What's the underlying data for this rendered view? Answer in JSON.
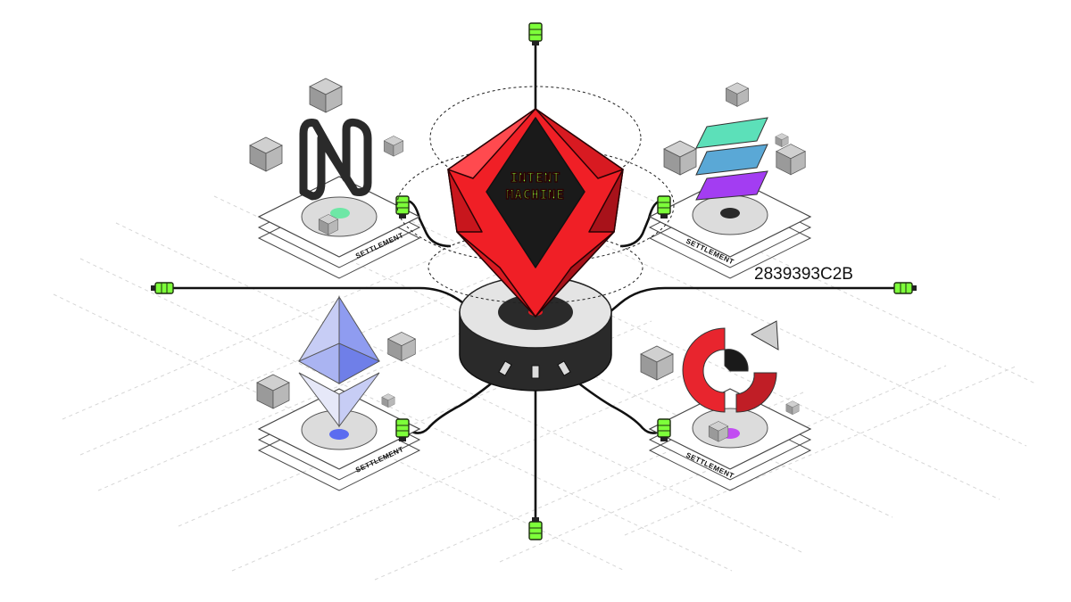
{
  "core": {
    "line1": "INTENT",
    "line2": "MACHINE"
  },
  "code_label": "2839393C2B",
  "platforms": [
    {
      "id": "near",
      "settlement_label": "SETTLEMENT",
      "logo": "near-logo"
    },
    {
      "id": "solana",
      "settlement_label": "SETTLEMENT",
      "logo": "solana-logo"
    },
    {
      "id": "ethereum",
      "settlement_label": "SETTLEMENT",
      "logo": "ethereum-logo"
    },
    {
      "id": "red-c",
      "settlement_label": "SETTLEMENT",
      "logo": "red-c-logo"
    }
  ],
  "colors": {
    "gem_red": "#f01f26",
    "gem_dark": "#8a0d12",
    "core_screen": "#1a1a1a",
    "connector_green": "#7dff3a",
    "disc_light": "#dcdcdc",
    "disc_dark": "#2a2a2a",
    "near_dot": "#6ee7a6",
    "eth_dot": "#5b6cf0",
    "red_c_dot": "#c24df2",
    "sol_teal": "#5ce0b9",
    "sol_blue": "#5aa8d6",
    "sol_purple": "#a33df2"
  }
}
